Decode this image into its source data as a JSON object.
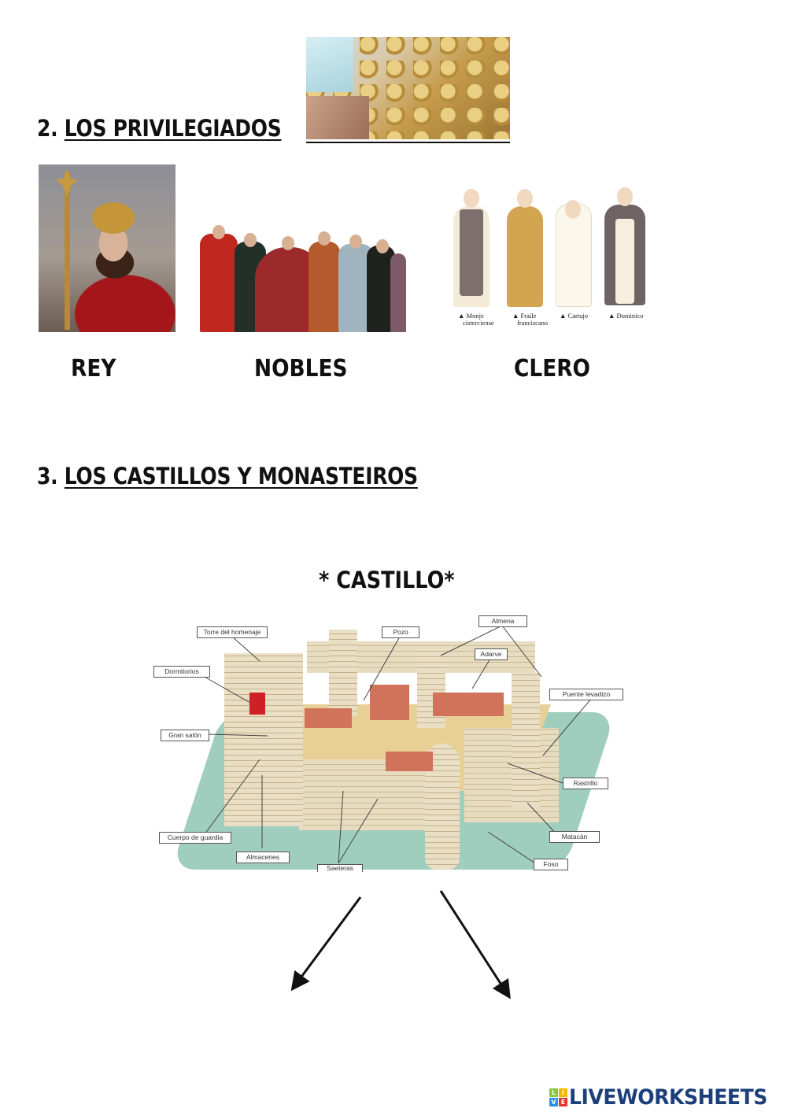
{
  "section2": {
    "number": "2.",
    "title": "LOS PRIVILEGIADOS",
    "image_coins": "coins-and-banknotes-image",
    "groups": [
      {
        "label": "REY",
        "image": "king-portrait"
      },
      {
        "label": "NOBLES",
        "image": "nobles-group"
      },
      {
        "label": "CLERO",
        "image": "clergy-figures",
        "captions": [
          {
            "line1": "▲ Monje",
            "line2": "cisterciense"
          },
          {
            "line1": "▲ Fraile",
            "line2": "franciscano"
          },
          {
            "line1": "▲ Cartujo",
            "line2": ""
          },
          {
            "line1": "▲ Dominico",
            "line2": ""
          }
        ]
      }
    ]
  },
  "section3": {
    "number": "3.",
    "title": "LOS CASTILLOS Y MONASTEIROS",
    "subtitle": "* CASTILLO*",
    "castle_callouts": [
      {
        "id": "torre",
        "label": "Torre del homenaje"
      },
      {
        "id": "dormitorios",
        "label": "Dormitorios"
      },
      {
        "id": "gran-salon",
        "label": "Gran salón"
      },
      {
        "id": "cuerpo-guardia",
        "label": "Cuerpo de guardia"
      },
      {
        "id": "almacenes",
        "label": "Almacenes"
      },
      {
        "id": "saeteras",
        "label": "Saeteras"
      },
      {
        "id": "pozo",
        "label": "Pozo"
      },
      {
        "id": "almena",
        "label": "Almena"
      },
      {
        "id": "adarve",
        "label": "Adarve"
      },
      {
        "id": "puente",
        "label": "Puente levadizo"
      },
      {
        "id": "rastrillo",
        "label": "Rastrillo"
      },
      {
        "id": "matacan",
        "label": "Matacán"
      },
      {
        "id": "foso",
        "label": "Foso"
      }
    ]
  },
  "footer": {
    "brand": "LIVEWORKSHEETS",
    "logo_letters": [
      "L",
      "I",
      "V",
      "E"
    ],
    "logo_colors": [
      "#8cc63f",
      "#f7b500",
      "#2f8ee0",
      "#e2332d"
    ],
    "brand_color": "#1c3f7a"
  }
}
